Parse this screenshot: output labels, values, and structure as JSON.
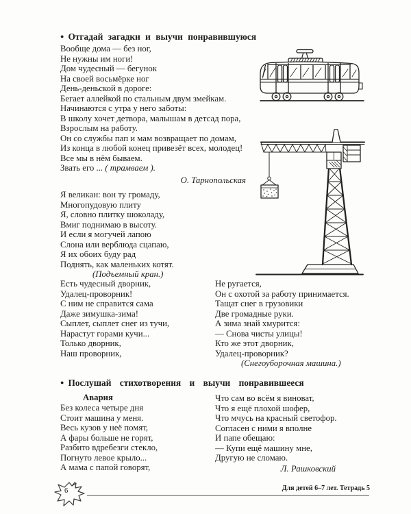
{
  "colors": {
    "ink": "#1f1f1f",
    "paper": "#fdfdfb"
  },
  "section1": {
    "bullet": "●",
    "title": "Отгадай загадки и выучи понравившуюся",
    "tram_riddle": {
      "lines": [
        "Вообще дома — без ног,",
        "Не нужны им ноги!",
        "Дом чудесный — бегунок",
        "На своей восьмёрке ног",
        "День-деньской в дороге:",
        "Бегает аллейкой по стальным двум змейкам.",
        "Начинаются с утра у него заботы:",
        "В школу хочет детвора, малышам в детсад пора,",
        "Взрослым на работу.",
        "Он со службы пап и мам возвращает по домам,",
        "Из конца в любой конец привезёт всех, молодец!",
        "Все мы в нём бываем."
      ],
      "last_line_prefix": "Звать его ... ",
      "answer": "( трамваем ).",
      "author": "О. Тарнопольская"
    },
    "crane_riddle": {
      "lines": [
        "Я великан: вон ту громаду,",
        "Многопудовую плиту",
        "Я, словно плитку шоколаду,",
        "Вмиг поднимаю в высоту.",
        "И если я могучей лапою",
        "Слона или верблюда сцапаю,",
        "Я их обоих буду рад",
        "Поднять, как маленьких котят."
      ],
      "answer": "(Подъемный кран.)"
    },
    "snow_riddle": {
      "left_lines": [
        "Есть чудесный дворник,",
        "Удалец-проворник!",
        "С ним не справится сама",
        "Даже зимушка-зима!",
        "Сыплет, сыплет снег из тучи,",
        "Нарастут горами кучи...",
        "Только дворник,",
        "Наш проворник,"
      ],
      "right_lines": [
        "Не ругается,",
        "Он с охотой за работу принимается.",
        "Тащат снег в грузовики",
        "Две громадные руки.",
        "А зима знай хмурится:",
        "— Снова чисты улицы!",
        "Кто же этот дворник,",
        "Удалец-проворник?"
      ],
      "answer": "(Снегоуборочная машина.)"
    }
  },
  "section2": {
    "bullet": "●",
    "title": "Послушай стихотворения и выучи понравившееся",
    "poem": {
      "title": "Авария",
      "left_lines": [
        "Без колеса четыре дня",
        "Стоит машина у меня.",
        "Весь кузов у неё помят,",
        "А фары больше не горят,",
        "Разбито вдребезги стекло,",
        "Погнуто левое крыло...",
        "А мама с папой говорят,"
      ],
      "right_lines": [
        "Что сам во всём я виноват,",
        "Что я ещё плохой шофер,",
        "Что мчусь на красный светофор.",
        "Согласен с ними я вполне",
        "И папе обещаю:",
        "— Купи ещё машину мне,",
        "Другую не сломаю."
      ],
      "author": "Л. Рашковский"
    }
  },
  "footer": {
    "page_number": "6",
    "edition": "Для детей 6–7 лет. Тетрадь 5"
  },
  "illustrations": {
    "tram": "tram-side-view",
    "crane": "tower-crane-lifting-slab",
    "leaf": "leaf-page-number-marker"
  }
}
